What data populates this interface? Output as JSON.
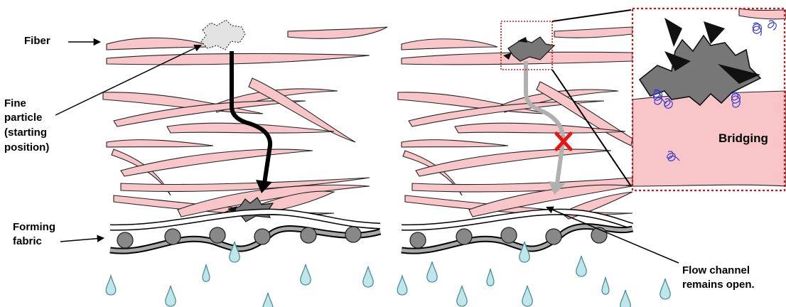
{
  "labels": {
    "fiber": "Fiber",
    "fine_particle": [
      "Fine",
      "particle",
      "(starting",
      "position)"
    ],
    "forming_fabric": [
      "Forming",
      "fabric"
    ],
    "bridging": "Bridging",
    "flow_channel": [
      "Flow channel",
      "remains open."
    ]
  },
  "colors": {
    "fiber_fill": "#f8c6c8",
    "particle_fill": "#777777",
    "droplet_fill": "#bfe6ea",
    "droplet_stroke": "#4a8f98",
    "polymer": "#3a3ad0",
    "cross": "#ee1111",
    "zoom_border": "#dd1111",
    "path_arrow_left": "#000000",
    "path_arrow_right": "#b0b0b0"
  }
}
